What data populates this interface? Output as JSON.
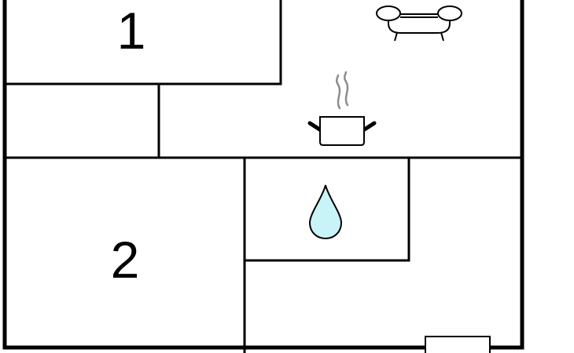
{
  "floorplan": {
    "rooms": [
      {
        "id": "bedroom-1",
        "number": "1"
      },
      {
        "id": "bedroom-2",
        "number": "2"
      }
    ],
    "icons": {
      "living": "sofa-icon",
      "kitchen": "cooking-pot-icon",
      "bathroom": "water-drop-icon"
    },
    "colors": {
      "wall": "#000000",
      "water": "#c8f4f8",
      "steam": "#8c8c8c",
      "background": "#ffffff"
    }
  }
}
